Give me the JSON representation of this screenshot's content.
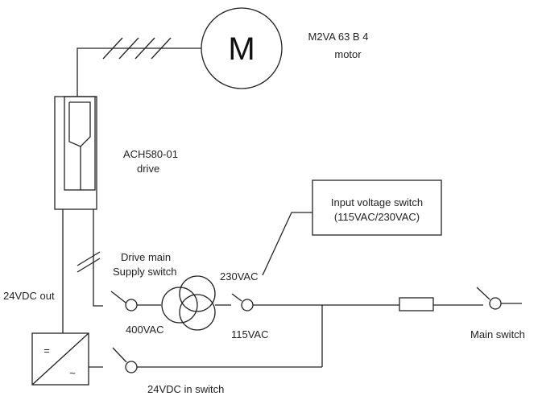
{
  "motor": {
    "symbol": "M",
    "model": "M2VA 63 B 4",
    "caption": "motor"
  },
  "drive": {
    "model": "ACH580-01",
    "caption": "drive"
  },
  "input_switch_box": {
    "line1": "Input voltage switch",
    "line2": "(115VAC/230VAC)"
  },
  "labels": {
    "drive_main_line1": "Drive main",
    "drive_main_line2": "Supply switch",
    "v230": "230VAC",
    "v400": "400VAC",
    "v115": "115VAC",
    "dc_out": "24VDC out",
    "dc_in_switch": "24VDC in switch",
    "main_switch": "Main switch"
  },
  "power_supply": {
    "top_symbol": "=",
    "bottom_symbol": "~"
  }
}
